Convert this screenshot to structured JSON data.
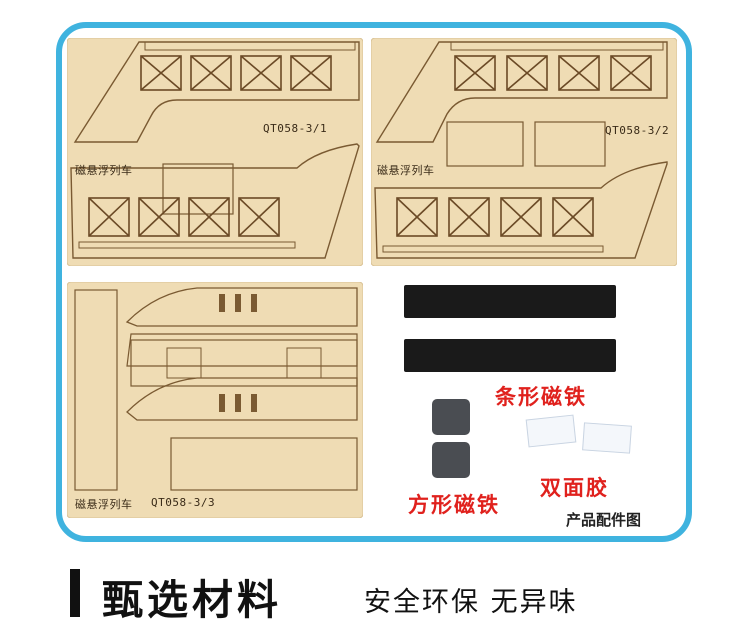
{
  "product_photo": {
    "boards": [
      {
        "code": "QT058-3/1",
        "name": "磁悬浮列车"
      },
      {
        "code": "QT058-3/2",
        "name": "磁悬浮列车"
      },
      {
        "code": "QT058-3/3",
        "name": "磁悬浮列车"
      }
    ],
    "labels": {
      "strip_magnet": "条形磁铁",
      "square_magnet": "方形磁铁",
      "double_tape": "双面胶"
    },
    "caption": "产品配件图",
    "accent_color": "#3fb3df",
    "label_color": "#e0211d"
  },
  "banner": {
    "headline": "甄选材料",
    "subline": "安全环保 无异味"
  }
}
